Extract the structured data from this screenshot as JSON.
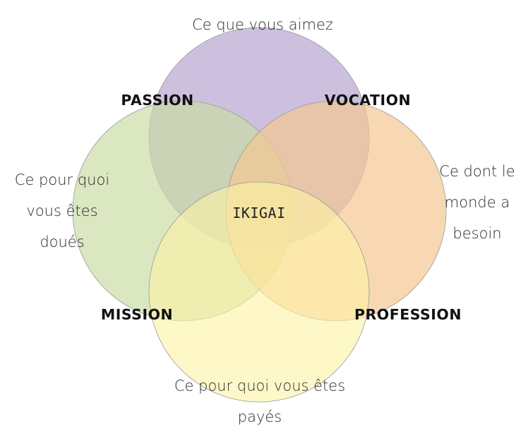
{
  "circles": {
    "top": {
      "label_line_1": "Ce que vous aimez",
      "color": "#b9a7d1"
    },
    "left": {
      "label_line_1": "Ce pour quoi",
      "label_line_2": "vous êtes",
      "label_line_3": "doués",
      "color": "#c8dca2"
    },
    "right": {
      "label_line_1": "Ce dont le",
      "label_line_2": "monde a",
      "label_line_3": "besoin",
      "color": "#f4c891"
    },
    "bottom": {
      "label_line_1": "Ce pour quoi vous êtes",
      "label_line_2": "payés",
      "color": "#fdf3a5"
    }
  },
  "intersections": {
    "top_left": "PASSION",
    "top_right": "VOCATION",
    "bottom_left": "MISSION",
    "bottom_right": "PROFESSION",
    "center": "IKIGAI"
  }
}
